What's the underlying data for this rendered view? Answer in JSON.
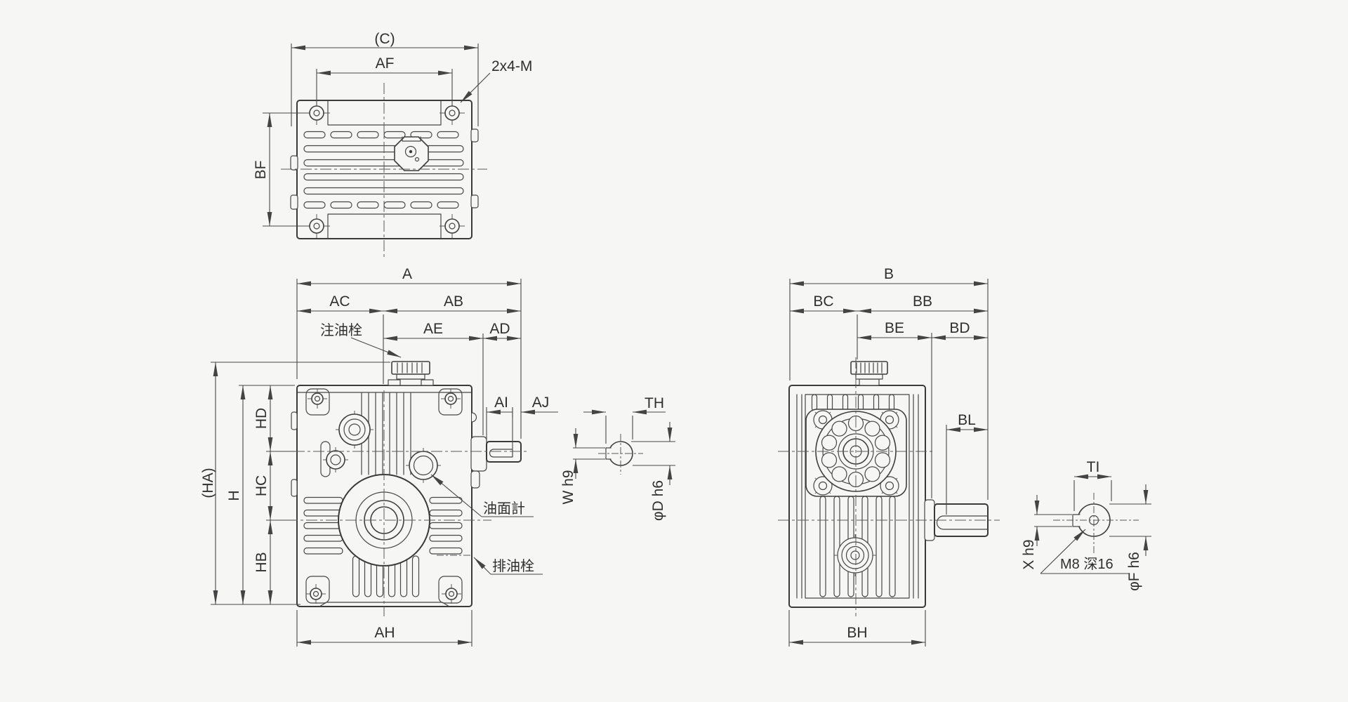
{
  "drawing": {
    "colors": {
      "line": "#3a3a3a",
      "background": "#f6f6f5"
    },
    "top_view": {
      "labels": {
        "c": "(C)",
        "af": "AF",
        "bolt_note": "2x4-M",
        "bf": "BF"
      }
    },
    "front_view": {
      "labels": {
        "a": "A",
        "ac": "AC",
        "ab": "AB",
        "ae": "AE",
        "ad": "AD",
        "ai": "AI",
        "aj": "AJ",
        "ha": "(HA)",
        "h": "H",
        "hd": "HD",
        "hc": "HC",
        "hb": "HB",
        "ah": "AH",
        "oil_fill_plug": "注油栓",
        "oil_level_gauge": "油面計",
        "oil_drain_plug": "排油栓"
      }
    },
    "input_shaft_detail": {
      "labels": {
        "th": "TH",
        "w": "W h9",
        "d": "φD h6"
      }
    },
    "side_view": {
      "labels": {
        "b": "B",
        "bc": "BC",
        "bb": "BB",
        "be": "BE",
        "bd": "BD",
        "bl": "BL",
        "bh": "BH"
      }
    },
    "output_shaft_detail": {
      "labels": {
        "ti": "TI",
        "x": "X h9",
        "f": "φF h6",
        "tap_note": "M8 深16"
      }
    }
  }
}
